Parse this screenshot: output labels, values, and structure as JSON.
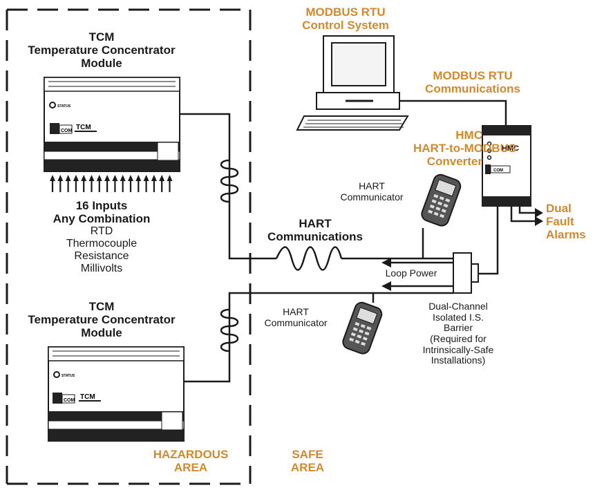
{
  "colors": {
    "accent": "#d4892a",
    "line": "#1a1a1a"
  },
  "hazardous_side": {
    "tcm_top": {
      "title": "TCM",
      "subtitle": "Temperature Concentrator",
      "subtitle2": "Module"
    },
    "inputs": {
      "title": "16 Inputs",
      "subtitle": "Any Combination",
      "items": [
        "RTD",
        "Thermocouple",
        "Resistance",
        "Millivolts"
      ]
    },
    "tcm_bottom": {
      "title": "TCM",
      "subtitle": "Temperature Concentrator",
      "subtitle2": "Module"
    },
    "area_label": [
      "HAZARDOUS",
      "AREA"
    ]
  },
  "safe_side": {
    "control_system": [
      "MODBUS RTU",
      "Control System"
    ],
    "modbus_comm": [
      "MODBUS RTU",
      "Communications"
    ],
    "hmc": [
      "HMC",
      "HART-to-MODBUS",
      "Converter"
    ],
    "dual_fault": [
      "Dual",
      "Fault",
      "Alarms"
    ],
    "hart_comm": [
      "HART",
      "Communications"
    ],
    "hart_communicator_top": [
      "HART",
      "Communicator"
    ],
    "hart_communicator_bottom": [
      "HART",
      "Communicator"
    ],
    "loop_power": "Loop Power",
    "barrier": [
      "Dual-Channel",
      "Isolated I.S.",
      "Barrier",
      "(Required for",
      "Intrinsically-Safe",
      "Installations)"
    ],
    "area_label": [
      "SAFE",
      "AREA"
    ]
  },
  "devices": {
    "tcm_status": "STATUS",
    "tcm_com": "COM",
    "tcm_name": "TCM",
    "hmc_name": "HMC",
    "hmc_com": "COM"
  }
}
